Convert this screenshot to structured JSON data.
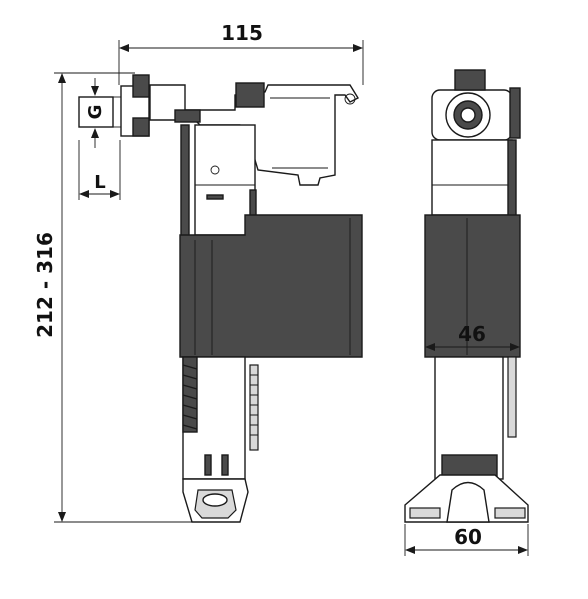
{
  "dimensions": {
    "width_overall": "115",
    "height_range": "212 - 316",
    "thread_size": "G",
    "inlet_length": "L",
    "float_width": "46",
    "base_width": "60"
  }
}
